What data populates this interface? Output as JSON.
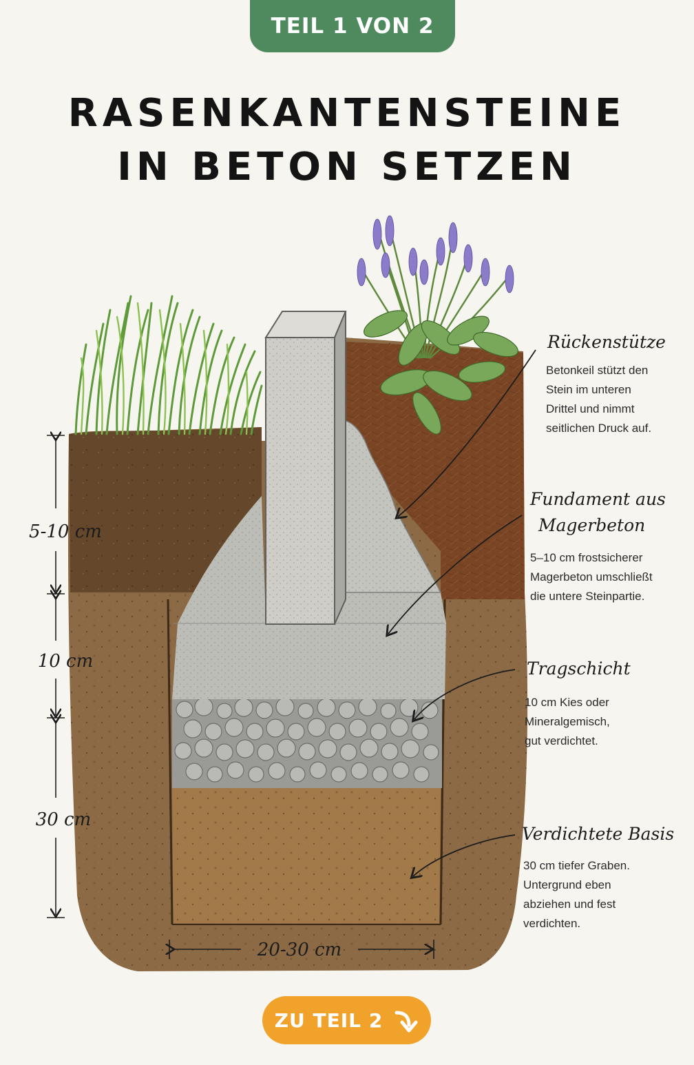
{
  "badge": {
    "label": "TEIL 1 VON 2"
  },
  "title": {
    "line1": "RASENKANTENSTEINE",
    "line2": "IN BETON SETZEN"
  },
  "dimensions": {
    "d1": "5-10 cm",
    "d2": "10 cm",
    "d3": "30 cm",
    "width": "20-30 cm"
  },
  "annotations": [
    {
      "title": "Rückenstütze",
      "desc": [
        "Betonkeil stützt den",
        "Stein im unteren",
        "Drittel und nimmt",
        "seitlichen Druck auf."
      ]
    },
    {
      "title_lines": [
        "Fundament aus",
        "Magerbeton"
      ],
      "desc": [
        "5–10 cm frostsicherer",
        "Magerbeton umschließt",
        "die untere Steinpartie."
      ]
    },
    {
      "title": "Tragschicht",
      "desc": [
        "10 cm Kies oder",
        "Mineralgemisch,",
        "gut verdichtet."
      ]
    },
    {
      "title": "Verdichtete Basis",
      "desc": [
        "30 cm tiefer Graben.",
        "Untergrund eben",
        "abziehen und fest",
        "verdichten."
      ]
    }
  ],
  "cta": {
    "label": "ZU TEIL 2",
    "icon": "arrow-down-right-icon"
  },
  "colors": {
    "badge": "#4f8a5e",
    "cta": "#f0a22b",
    "background": "#f7f5ef"
  }
}
